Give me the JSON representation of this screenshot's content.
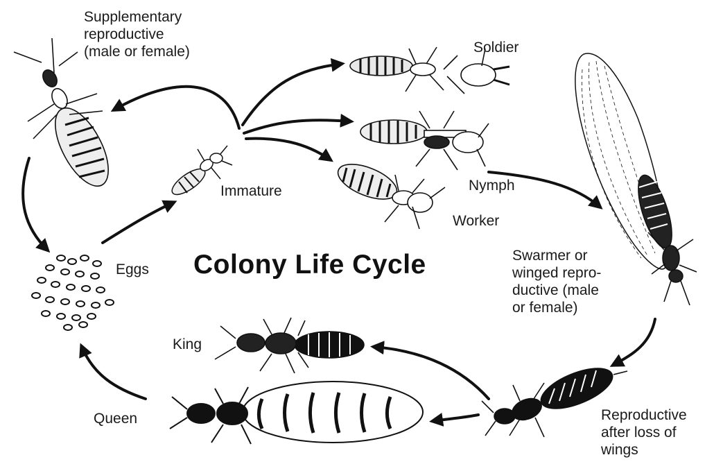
{
  "diagram": {
    "title": "Colony Life Cycle",
    "labels": {
      "supplementary": "Supplementary\nreproductive\n(male or female)",
      "soldier": "Soldier",
      "immature": "Immature",
      "nymph": "Nymph",
      "worker": "Worker",
      "eggs": "Eggs",
      "swarmer": "Swarmer or\nwinged repro-\nductive (male\nor female)",
      "king": "King",
      "queen": "Queen",
      "reproductive": "Reproductive\nafter loss of\nwings"
    },
    "colors": {
      "ink": "#111111",
      "background": "#ffffff"
    },
    "icons": [
      "supplementary-reproductive-termite-icon",
      "soldier-termite-icon",
      "nymph-termite-icon",
      "worker-termite-icon",
      "immature-termite-icon",
      "eggs-cluster-icon",
      "winged-swarmer-termite-icon",
      "king-termite-icon",
      "queen-termite-icon",
      "dealate-reproductive-termite-icon"
    ]
  }
}
